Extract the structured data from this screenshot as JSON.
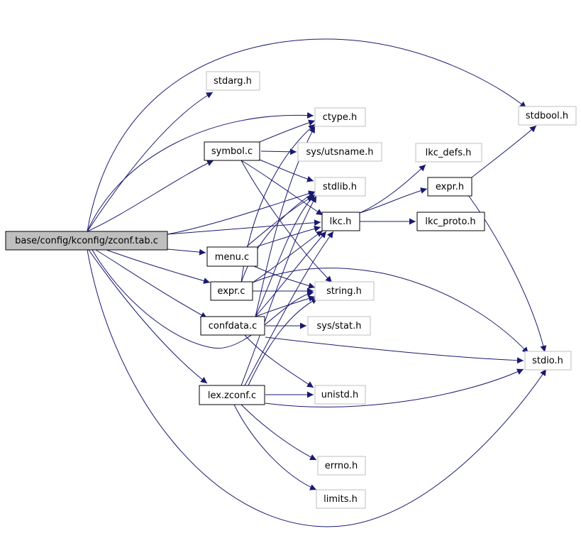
{
  "graph": {
    "nodes": {
      "root": "base/config/kconfig/zconf.tab.c",
      "stdarg": "stdarg.h",
      "ctype": "ctype.h",
      "stdbool": "stdbool.h",
      "symbol": "symbol.c",
      "utsname": "sys/utsname.h",
      "lkc_defs": "lkc_defs.h",
      "stdlib": "stdlib.h",
      "expr_h": "expr.h",
      "lkc": "lkc.h",
      "lkc_proto": "lkc_proto.h",
      "menu": "menu.c",
      "expr_c": "expr.c",
      "string": "string.h",
      "confdata": "confdata.c",
      "stat": "sys/stat.h",
      "stdio": "stdio.h",
      "lex": "lex.zconf.c",
      "unistd": "unistd.h",
      "errno": "errno.h",
      "limits": "limits.h"
    },
    "colors": {
      "edge": "#191970",
      "root_fill": "#bfbfbf",
      "source_border": "#000000",
      "header_border": "#bfbfbf"
    }
  }
}
